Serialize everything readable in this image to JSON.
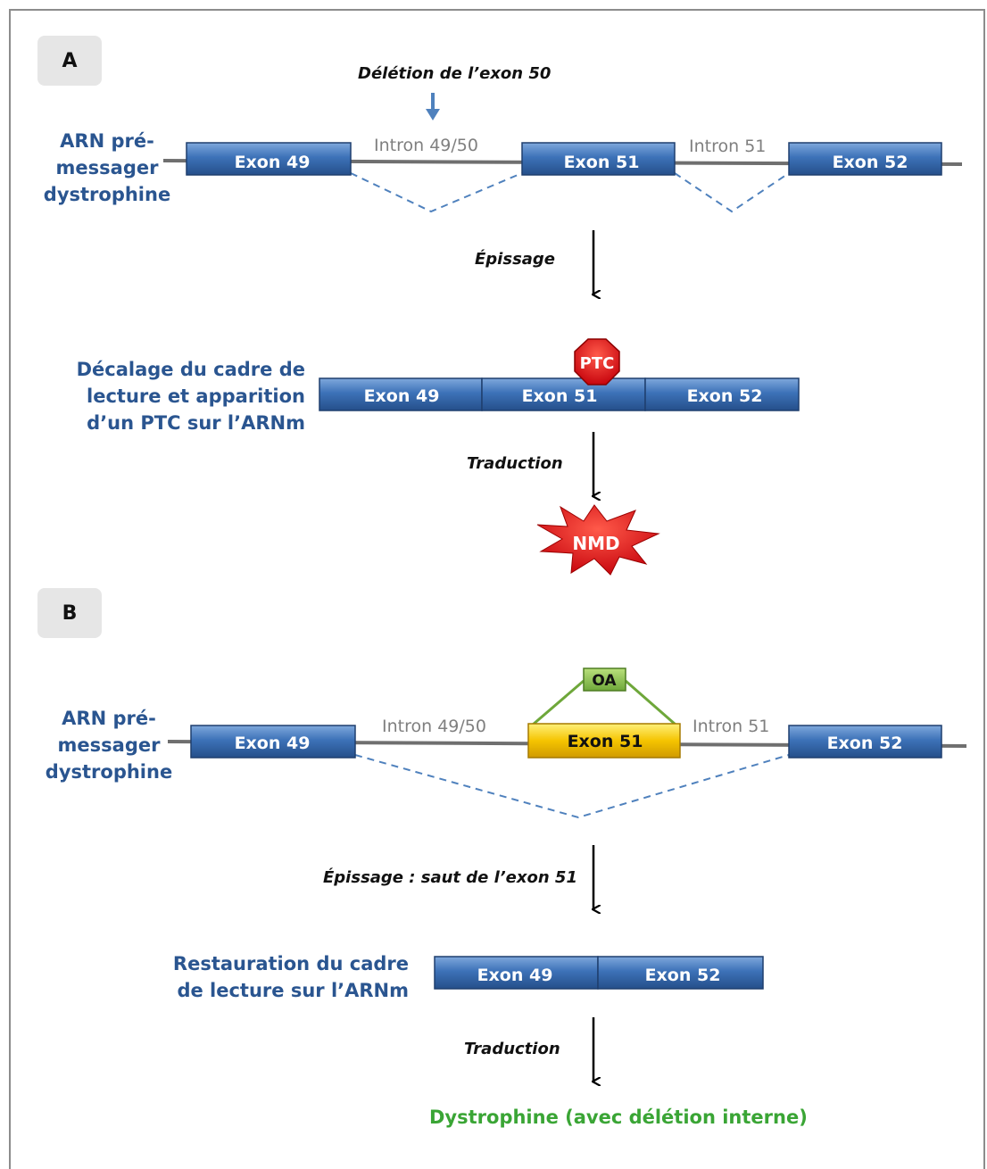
{
  "panel_a": {
    "label": "A",
    "deletion_note": "Délétion de l’exon 50",
    "pre_mrna_label": "ARN pré-\nmessager\ndystrophine",
    "intron_1": "Intron 49/50",
    "intron_2": "Intron 51",
    "exons": [
      "Exon 49",
      "Exon 51",
      "Exon 52"
    ],
    "step_1": "Épissage",
    "shift_label": "Décalage du cadre de\nlecture et apparition\nd’un PTC sur l’ARNm",
    "mrna_exons": [
      "Exon 49",
      "Exon 51",
      "Exon 52"
    ],
    "ptc_label": "PTC",
    "step_2": "Traduction",
    "nmd_label": "NMD"
  },
  "panel_b": {
    "label": "B",
    "oa_label": "OA",
    "pre_mrna_label": "ARN pré-\nmessager\ndystrophine",
    "intron_1": "Intron 49/50",
    "intron_2": "Intron 51",
    "exons": [
      "Exon 49",
      "Exon 51",
      "Exon 52"
    ],
    "step_1": "Épissage : saut de l’exon 51",
    "restore_label": "Restauration du cadre\nde lecture sur l’ARNm",
    "mrna_exons": [
      "Exon 49",
      "Exon 52"
    ],
    "step_2": "Traduction",
    "result": "Dystrophine (avec délétion interne)"
  },
  "colors": {
    "exon_blue": "#3d72b8",
    "exon_yellow": "#f5c400",
    "ptc_red": "#d9141a",
    "oa_green": "#8cc152",
    "text_blue": "#2a5590",
    "result_green": "#3aa535"
  }
}
